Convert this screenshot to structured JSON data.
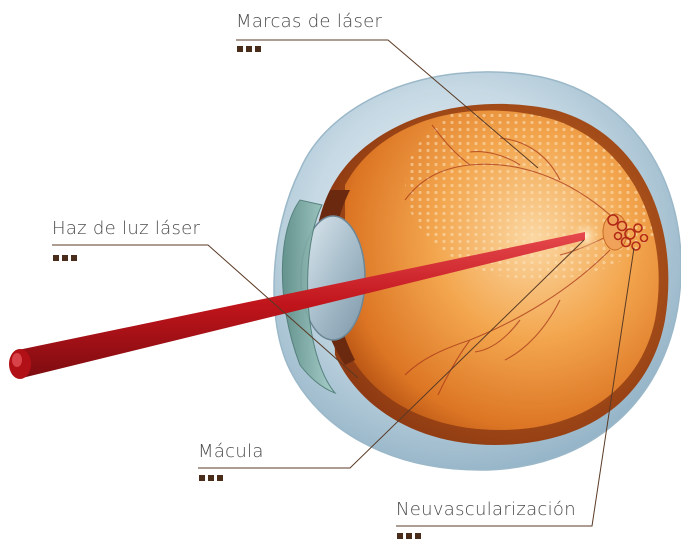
{
  "labels": {
    "laser_marks": "Marcas de láser",
    "laser_beam": "Haz de luz láser",
    "macula": "Mácula",
    "neovascularization": "Neuvascularización"
  },
  "colors": {
    "label_text": "#4a4a4a",
    "dot_marker": "#4a2c1a",
    "leader_line": "#5a3a25",
    "laser_beam": "#c0141b",
    "eye_sclera": "#a9c6d7",
    "retina_orange": "#e8892b"
  },
  "icons": {
    "dot_marker": "three-square-dots-icon"
  }
}
